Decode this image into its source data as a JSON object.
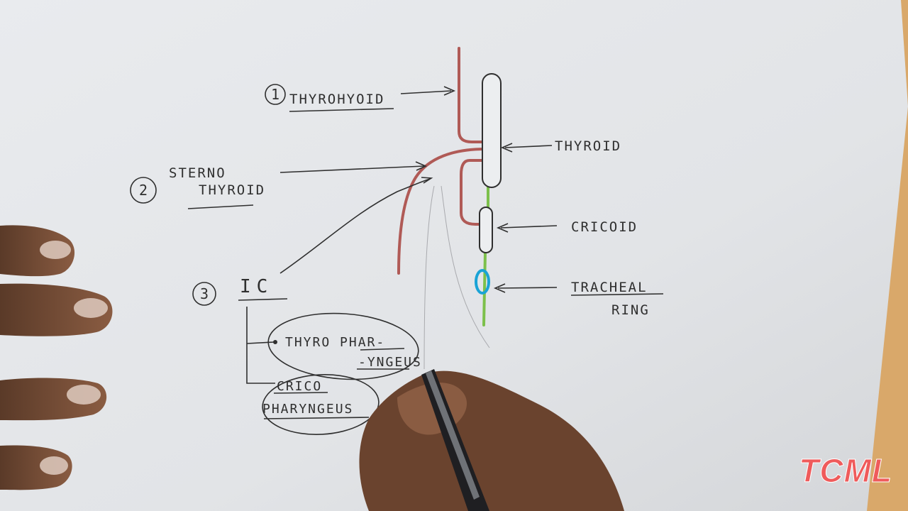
{
  "labels": {
    "muscle_1": {
      "number": "1",
      "text": "THYROHYOID"
    },
    "muscle_2": {
      "number": "2",
      "line1": "STERNO",
      "line2": "THYROID"
    },
    "muscle_3": {
      "number": "3",
      "text": "IC"
    },
    "thyro_pharyngeus": {
      "line1": "THYRO PHAR-",
      "line2": "-YNGEUS"
    },
    "crico_pharyngeus": {
      "line1": "CRICO",
      "line2": "PHARYNGEUS"
    },
    "thyroid": "THYROID",
    "cricoid": "CRICOID",
    "tracheal_ring": {
      "line1": "TRACHEAL",
      "line2": "RING"
    }
  },
  "watermark": "TCML",
  "colors": {
    "muscle": "#b05a56",
    "trachea": "#7cc04b",
    "tracheal_ring": "#1aa3d6",
    "ink": "#2f2f2f",
    "watermark": "#ef5b5b"
  }
}
